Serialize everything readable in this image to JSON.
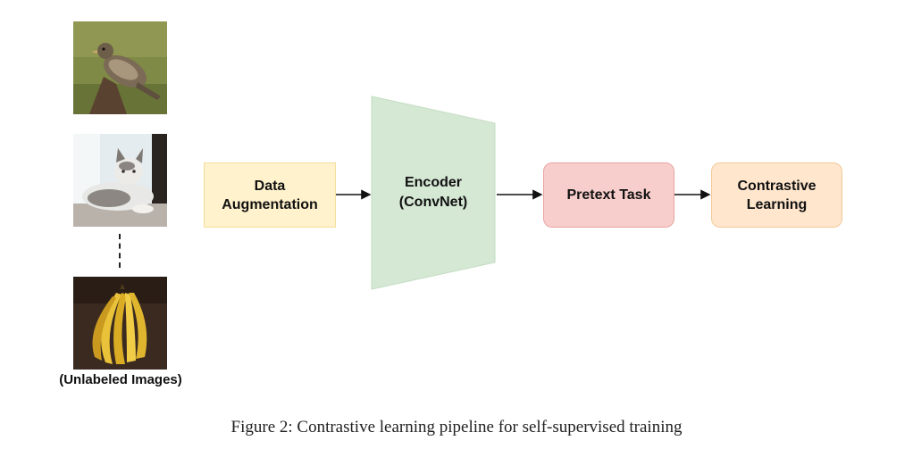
{
  "images_caption": "(Unlabeled Images)",
  "boxes": {
    "augmentation": "Data\nAugmentation",
    "encoder": "Encoder\n(ConvNet)",
    "pretext": "Pretext Task",
    "contrastive": "Contrastive\nLearning"
  },
  "figure_caption": "Figure 2: Contrastive learning pipeline for self-supervised training",
  "colors": {
    "augmentation": "#fff2cc",
    "encoder": "#d5e8d4",
    "pretext": "#f8cecc",
    "contrastive": "#ffe6cc"
  }
}
